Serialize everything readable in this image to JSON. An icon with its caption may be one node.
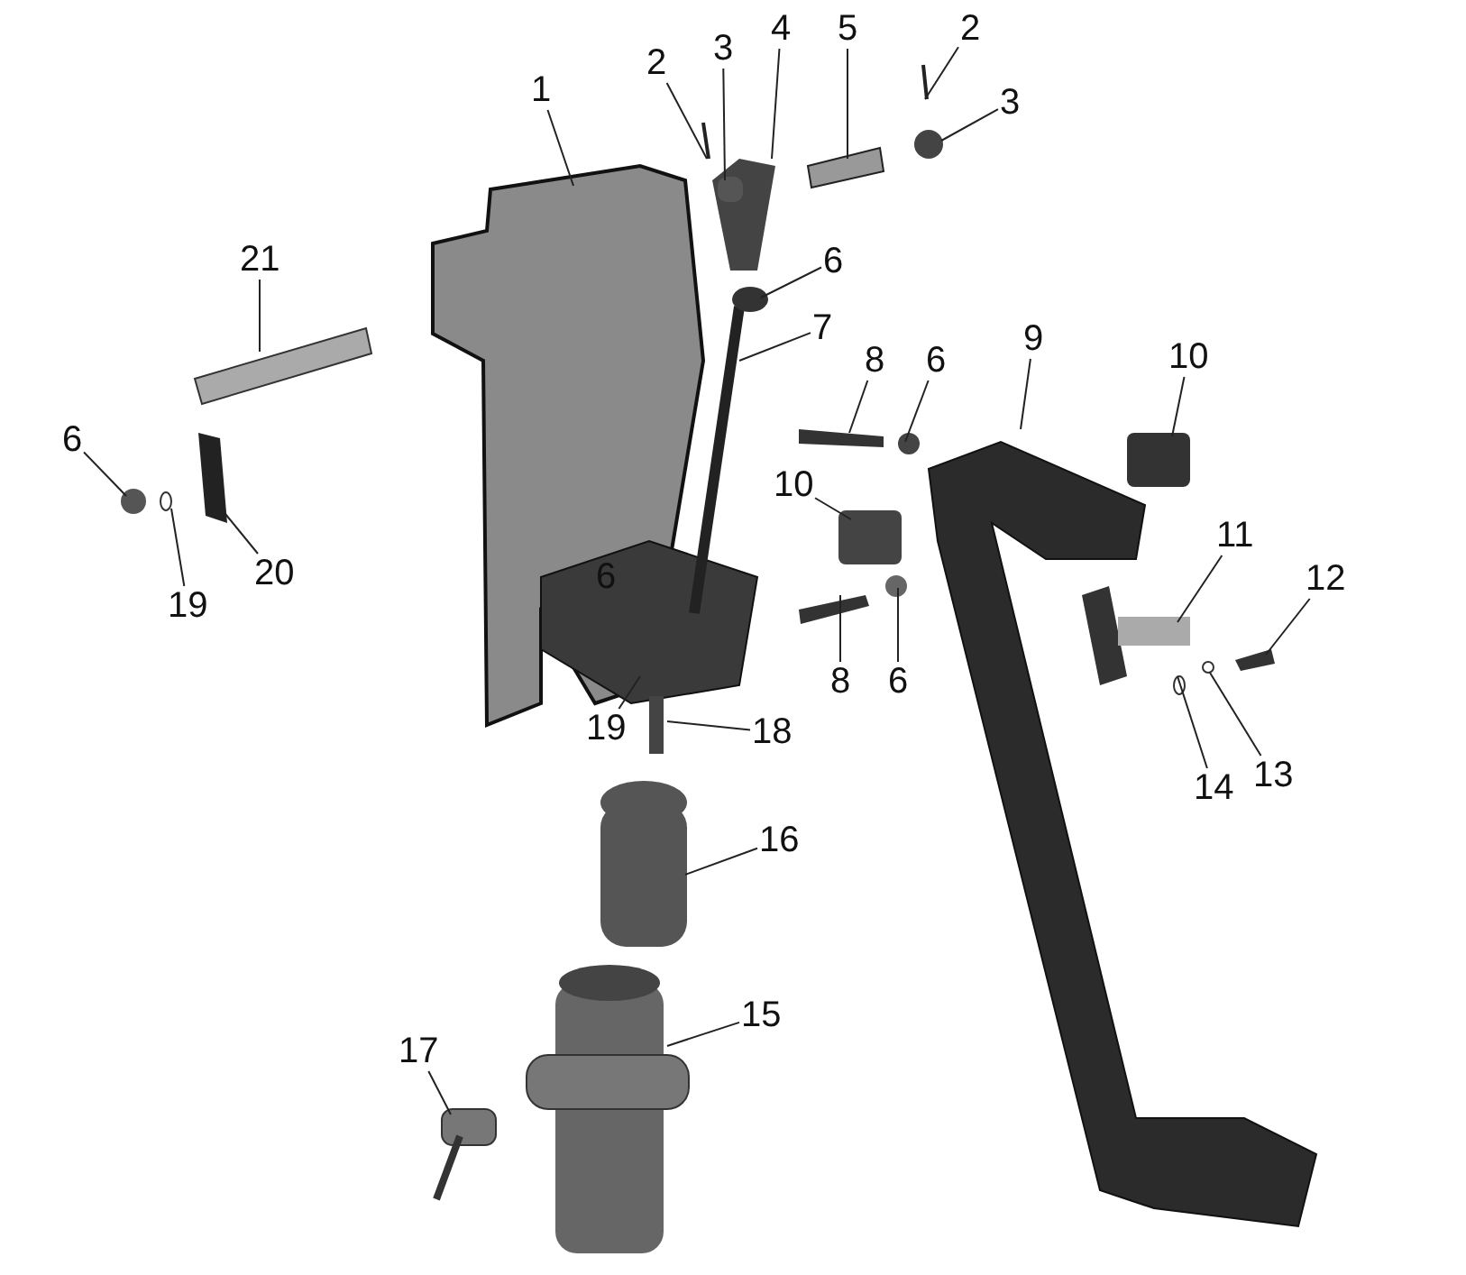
{
  "diagram": {
    "nodes": [
      {
        "text": [
          "1"
        ]
      },
      {
        "text": [
          "2"
        ]
      },
      {
        "text": [
          "3"
        ]
      },
      {
        "text": [
          "4"
        ]
      },
      {
        "text": [
          "5"
        ]
      },
      {
        "text": [
          "2"
        ]
      },
      {
        "text": [
          "3"
        ]
      },
      {
        "text": [
          "21"
        ]
      },
      {
        "text": [
          "6"
        ]
      },
      {
        "text": [
          "7"
        ]
      },
      {
        "text": [
          "8"
        ]
      },
      {
        "text": [
          "6"
        ]
      },
      {
        "text": [
          "9"
        ]
      },
      {
        "text": [
          "10"
        ]
      },
      {
        "text": [
          "6"
        ]
      },
      {
        "text": [
          "10"
        ]
      },
      {
        "text": [
          "11"
        ]
      },
      {
        "text": [
          "12"
        ]
      },
      {
        "text": [
          "20"
        ]
      },
      {
        "text": [
          "19"
        ]
      },
      {
        "text": [
          "8"
        ]
      },
      {
        "text": [
          "6"
        ]
      },
      {
        "text": [
          "14"
        ]
      },
      {
        "text": [
          "13"
        ]
      },
      {
        "text": [
          "19"
        ]
      },
      {
        "text": [
          "18"
        ]
      },
      {
        "text": [
          "16"
        ]
      },
      {
        "text": [
          "15"
        ]
      },
      {
        "text": [
          "17"
        ]
      }
    ],
    "edges": [
      {
        "from": 0,
        "to": null,
        "arrow": "none"
      },
      {
        "from": 1,
        "to": null,
        "arrow": "none"
      },
      {
        "from": 2,
        "to": null,
        "arrow": "none"
      },
      {
        "from": 3,
        "to": null,
        "arrow": "none"
      },
      {
        "from": 4,
        "to": null,
        "arrow": "none"
      },
      {
        "from": 5,
        "to": null,
        "arrow": "none"
      },
      {
        "from": 6,
        "to": null,
        "arrow": "none"
      },
      {
        "from": 7,
        "to": null,
        "arrow": "none"
      },
      {
        "from": 8,
        "to": null,
        "arrow": "none"
      },
      {
        "from": 9,
        "to": null,
        "arrow": "none"
      },
      {
        "from": 10,
        "to": null,
        "arrow": "none"
      },
      {
        "from": 11,
        "to": null,
        "arrow": "none"
      },
      {
        "from": 12,
        "to": null,
        "arrow": "none"
      },
      {
        "from": 13,
        "to": null,
        "arrow": "none"
      },
      {
        "from": 14,
        "to": null,
        "arrow": "none"
      },
      {
        "from": 15,
        "to": null,
        "arrow": "none"
      },
      {
        "from": 16,
        "to": null,
        "arrow": "none"
      },
      {
        "from": 17,
        "to": null,
        "arrow": "none"
      },
      {
        "from": 18,
        "to": null,
        "arrow": "none"
      },
      {
        "from": 19,
        "to": null,
        "arrow": "none"
      },
      {
        "from": 20,
        "to": null,
        "arrow": "none"
      },
      {
        "from": 21,
        "to": null,
        "arrow": "none"
      },
      {
        "from": 22,
        "to": null,
        "arrow": "none"
      },
      {
        "from": 23,
        "to": null,
        "arrow": "none"
      },
      {
        "from": 24,
        "to": null,
        "arrow": "none"
      },
      {
        "from": 25,
        "to": null,
        "arrow": "none"
      },
      {
        "from": 26,
        "to": null,
        "arrow": "none"
      },
      {
        "from": 27,
        "to": null,
        "arrow": "none"
      },
      {
        "from": 28,
        "to": null,
        "arrow": "none"
      }
    ],
    "labels": [
      "6"
    ]
  }
}
